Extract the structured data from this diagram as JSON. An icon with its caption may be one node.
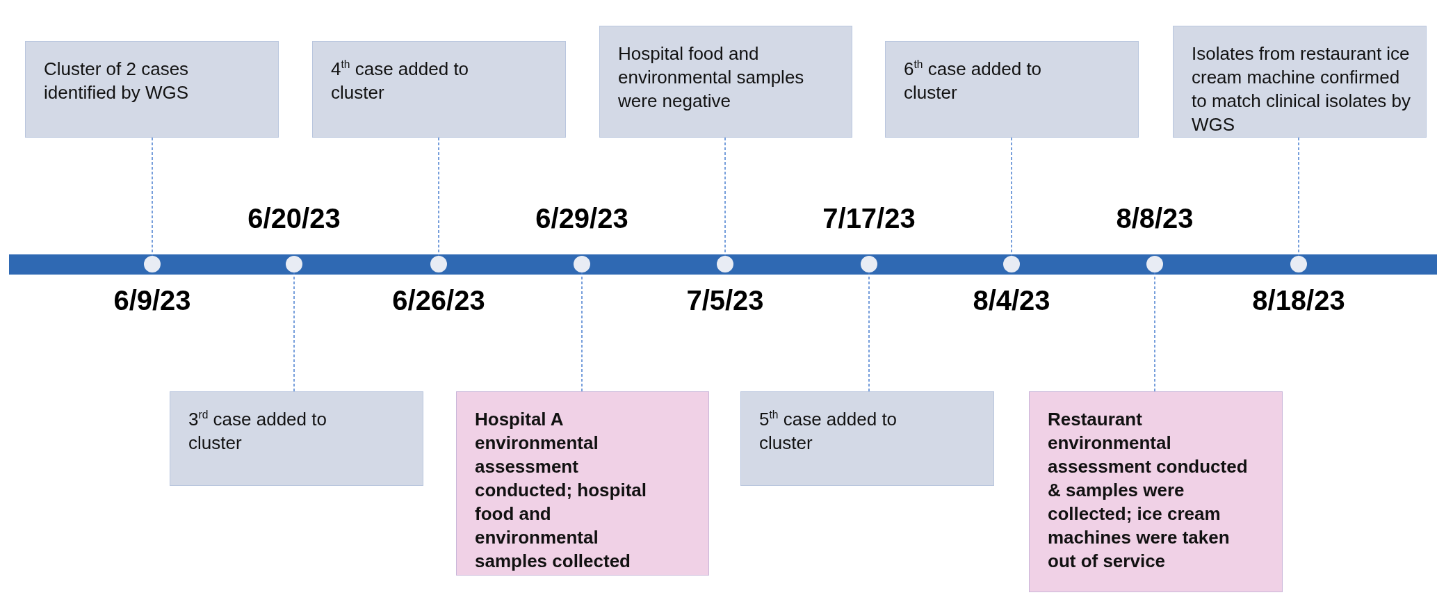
{
  "diagram": {
    "nodes": [
      {
        "text": [
          "Cluster of 2 cases identified by WGS"
        ]
      },
      {
        "text": [
          "3$^{rd}$ case added to cluster"
        ]
      },
      {
        "text": [
          "4$^{th}$ case added to cluster"
        ]
      },
      {
        "text": [
          "Hospital A environmental assessment conducted; hospital food and environmental samples collected"
        ]
      },
      {
        "text": [
          "Hospital food and environmental samples were negative"
        ]
      },
      {
        "text": [
          "5$^{th}$ case added to cluster"
        ]
      },
      {
        "text": [
          "6$^{th}$ case added to cluster"
        ]
      },
      {
        "text": [
          "Restaurant environmental assessment conducted & samples were collected; ice cream machines were taken out of service"
        ]
      },
      {
        "text": [
          "Isolates from restaurant ice cream machine confirmed to match clinical isolates by WGS"
        ]
      },
      {
        "text": [],
        "shape": "circle",
        "beside": [
          "6/9/23"
        ]
      },
      {
        "text": [],
        "shape": "circle",
        "beside": [
          "6/20/23"
        ]
      },
      {
        "text": [],
        "shape": "circle",
        "beside": [
          "6/26/23"
        ]
      },
      {
        "text": [],
        "shape": "circle",
        "beside": [
          "6/29/23"
        ]
      },
      {
        "text": [],
        "shape": "circle",
        "beside": [
          "7/5/23"
        ]
      },
      {
        "text": [],
        "shape": "circle",
        "beside": [
          "7/17/23"
        ]
      },
      {
        "text": [],
        "shape": "circle",
        "beside": [
          "8/4/23"
        ]
      },
      {
        "text": [],
        "shape": "circle",
        "beside": [
          "8/8/23"
        ]
      },
      {
        "text": [],
        "shape": "circle",
        "beside": [
          "8/18/23"
        ]
      }
    ],
    "edges": [
      {
        "from": 0,
        "to": 9,
        "arrow": "none",
        "style": "dashed"
      },
      {
        "from": 1,
        "to": 10,
        "arrow": "none",
        "style": "dashed"
      },
      {
        "from": 2,
        "to": 11,
        "arrow": "none",
        "style": "dashed"
      },
      {
        "from": 3,
        "to": 12,
        "arrow": "none",
        "style": "dashed"
      },
      {
        "from": 4,
        "to": 13,
        "arrow": "none",
        "style": "dashed"
      },
      {
        "from": 5,
        "to": 14,
        "arrow": "none",
        "style": "dashed"
      },
      {
        "from": 6,
        "to": 15,
        "arrow": "none",
        "style": "dashed"
      },
      {
        "from": 7,
        "to": 16,
        "arrow": "none",
        "style": "dashed"
      },
      {
        "from": 8,
        "to": 17,
        "arrow": "none",
        "style": "dashed"
      }
    ]
  }
}
